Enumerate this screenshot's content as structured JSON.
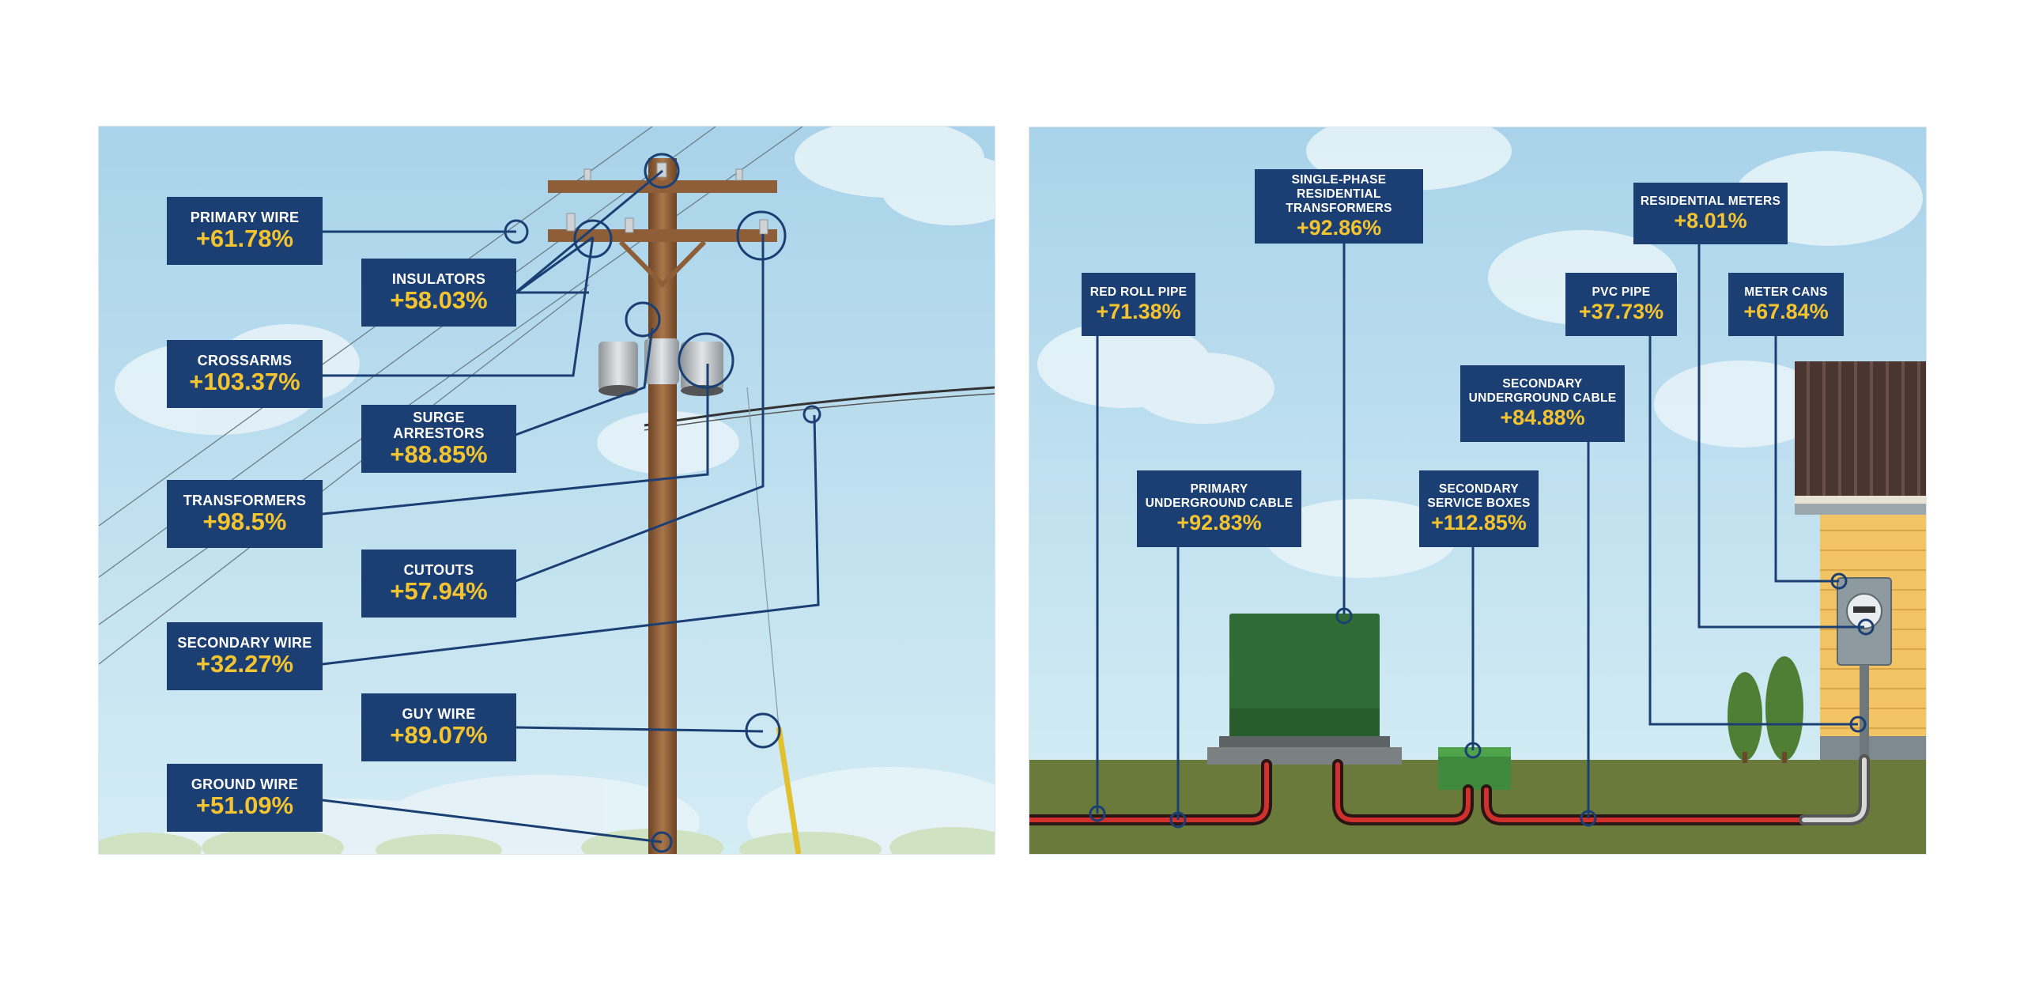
{
  "pole_panel": {
    "labels": [
      {
        "id": "primary-wire",
        "name": "PRIMARY WIRE",
        "pct": "+61.78%"
      },
      {
        "id": "insulators",
        "name": "INSULATORS",
        "pct": "+58.03%"
      },
      {
        "id": "crossarms",
        "name": "CROSSARMS",
        "pct": "+103.37%"
      },
      {
        "id": "surge-arrestors",
        "name": "SURGE ARRESTORS",
        "pct": "+88.85%"
      },
      {
        "id": "transformers",
        "name": "TRANSFORMERS",
        "pct": "+98.5%"
      },
      {
        "id": "cutouts",
        "name": "CUTOUTS",
        "pct": "+57.94%"
      },
      {
        "id": "secondary-wire",
        "name": "SECONDARY WIRE",
        "pct": "+32.27%"
      },
      {
        "id": "guy-wire",
        "name": "GUY WIRE",
        "pct": "+89.07%"
      },
      {
        "id": "ground-wire",
        "name": "GROUND WIRE",
        "pct": "+51.09%"
      }
    ]
  },
  "underground_panel": {
    "labels": [
      {
        "id": "single-phase",
        "name": "SINGLE-PHASE\nRESIDENTIAL TRANSFORMERS",
        "pct": "+92.86%"
      },
      {
        "id": "residential-meters",
        "name": "RESIDENTIAL METERS",
        "pct": "+8.01%"
      },
      {
        "id": "red-roll-pipe",
        "name": "RED ROLL PIPE",
        "pct": "+71.38%"
      },
      {
        "id": "pvc-pipe",
        "name": "PVC PIPE",
        "pct": "+37.73%"
      },
      {
        "id": "meter-cans",
        "name": "METER CANS",
        "pct": "+67.84%"
      },
      {
        "id": "secondary-underground-cable",
        "name": "SECONDARY\nUNDERGROUND CABLE",
        "pct": "+84.88%"
      },
      {
        "id": "primary-underground-cable",
        "name": "PRIMARY\nUNDERGROUND CABLE",
        "pct": "+92.83%"
      },
      {
        "id": "secondary-service-boxes",
        "name": "SECONDARY\nSERVICE BOXES",
        "pct": "+112.85%"
      }
    ]
  },
  "colors": {
    "label_bg": "#1b3f73",
    "label_text": "#ffffff",
    "percent_text": "#f4c430",
    "callout_line": "#1b3f73",
    "sky": "#bfe0ef",
    "ground": "#6a7a3a",
    "pole": "#8a5a35"
  }
}
